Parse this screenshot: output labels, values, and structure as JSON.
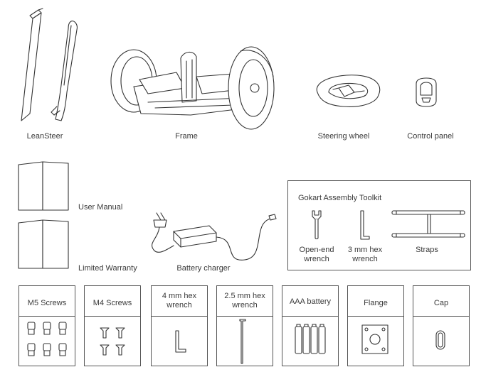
{
  "top_row": {
    "leansteer": "LeanSteer",
    "frame": "Frame",
    "steering_wheel": "Steering wheel",
    "control_panel": "Control panel"
  },
  "middle_row": {
    "user_manual": "User Manual",
    "limited_warranty": "Limited Warranty",
    "battery_charger": "Battery charger",
    "toolkit": {
      "title": "Gokart Assembly Toolkit",
      "open_end_wrench": "Open-end\nwrench",
      "hex_wrench_3mm": "3 mm hex\nwrench",
      "straps": "Straps"
    }
  },
  "bottom_row": [
    {
      "title": "M5 Screws"
    },
    {
      "title": "M4 Screws"
    },
    {
      "title": "4 mm hex\nwrench"
    },
    {
      "title": "2.5 mm hex\nwrench"
    },
    {
      "title": "AAA battery"
    },
    {
      "title": "Flange"
    },
    {
      "title": "Cap"
    }
  ]
}
